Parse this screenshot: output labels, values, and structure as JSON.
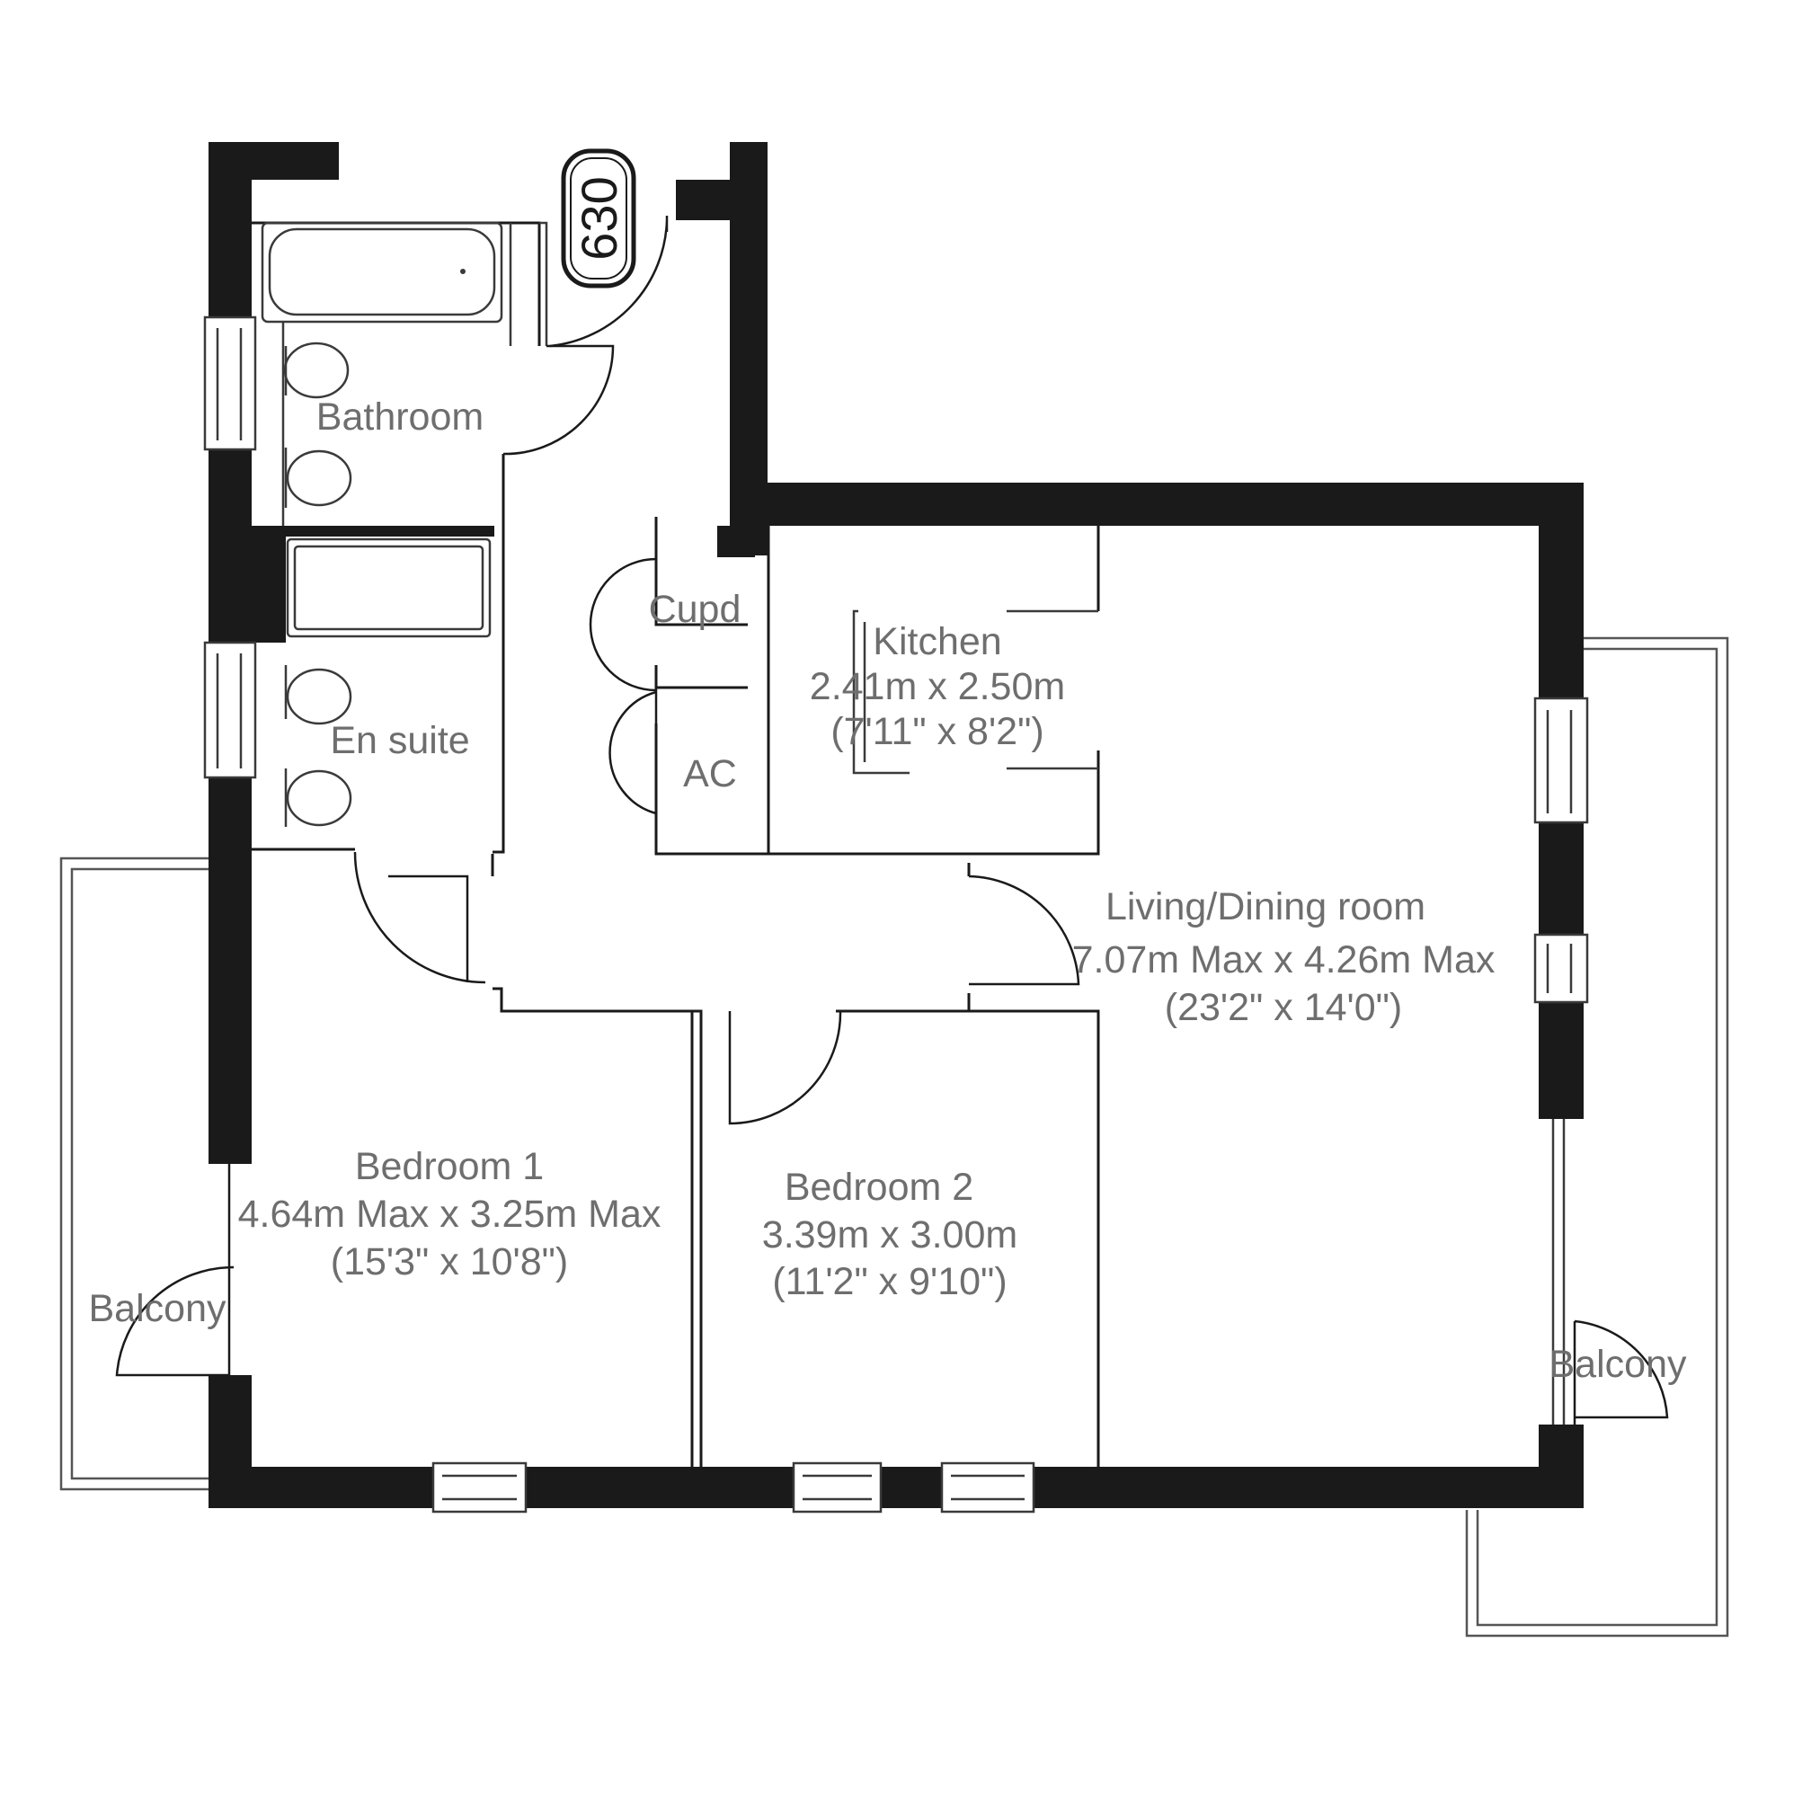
{
  "unit": {
    "number": "630"
  },
  "rooms": {
    "bathroom": {
      "name": "Bathroom"
    },
    "en_suite": {
      "name": "En suite"
    },
    "cupd": {
      "name": "Cupd"
    },
    "ac": {
      "name": "AC"
    },
    "kitchen": {
      "name": "Kitchen",
      "metric": "2.41m x 2.50m",
      "imperial": "(7'11\" x 8'2\")"
    },
    "living": {
      "name": "Living/Dining room",
      "metric": "7.07m Max x 4.26m Max",
      "imperial": "(23'2\" x 14'0\")"
    },
    "bedroom1": {
      "name": "Bedroom 1",
      "metric": "4.64m Max x 3.25m Max",
      "imperial": "(15'3\" x 10'8\")"
    },
    "bedroom2": {
      "name": "Bedroom 2",
      "metric": "3.39m x 3.00m",
      "imperial": "(11'2\" x 9'10\")"
    },
    "balcony_left": {
      "name": "Balcony"
    },
    "balcony_right": {
      "name": "Balcony"
    }
  },
  "colors": {
    "wall": "#1a1a1a",
    "label": "#6e6e6e"
  }
}
